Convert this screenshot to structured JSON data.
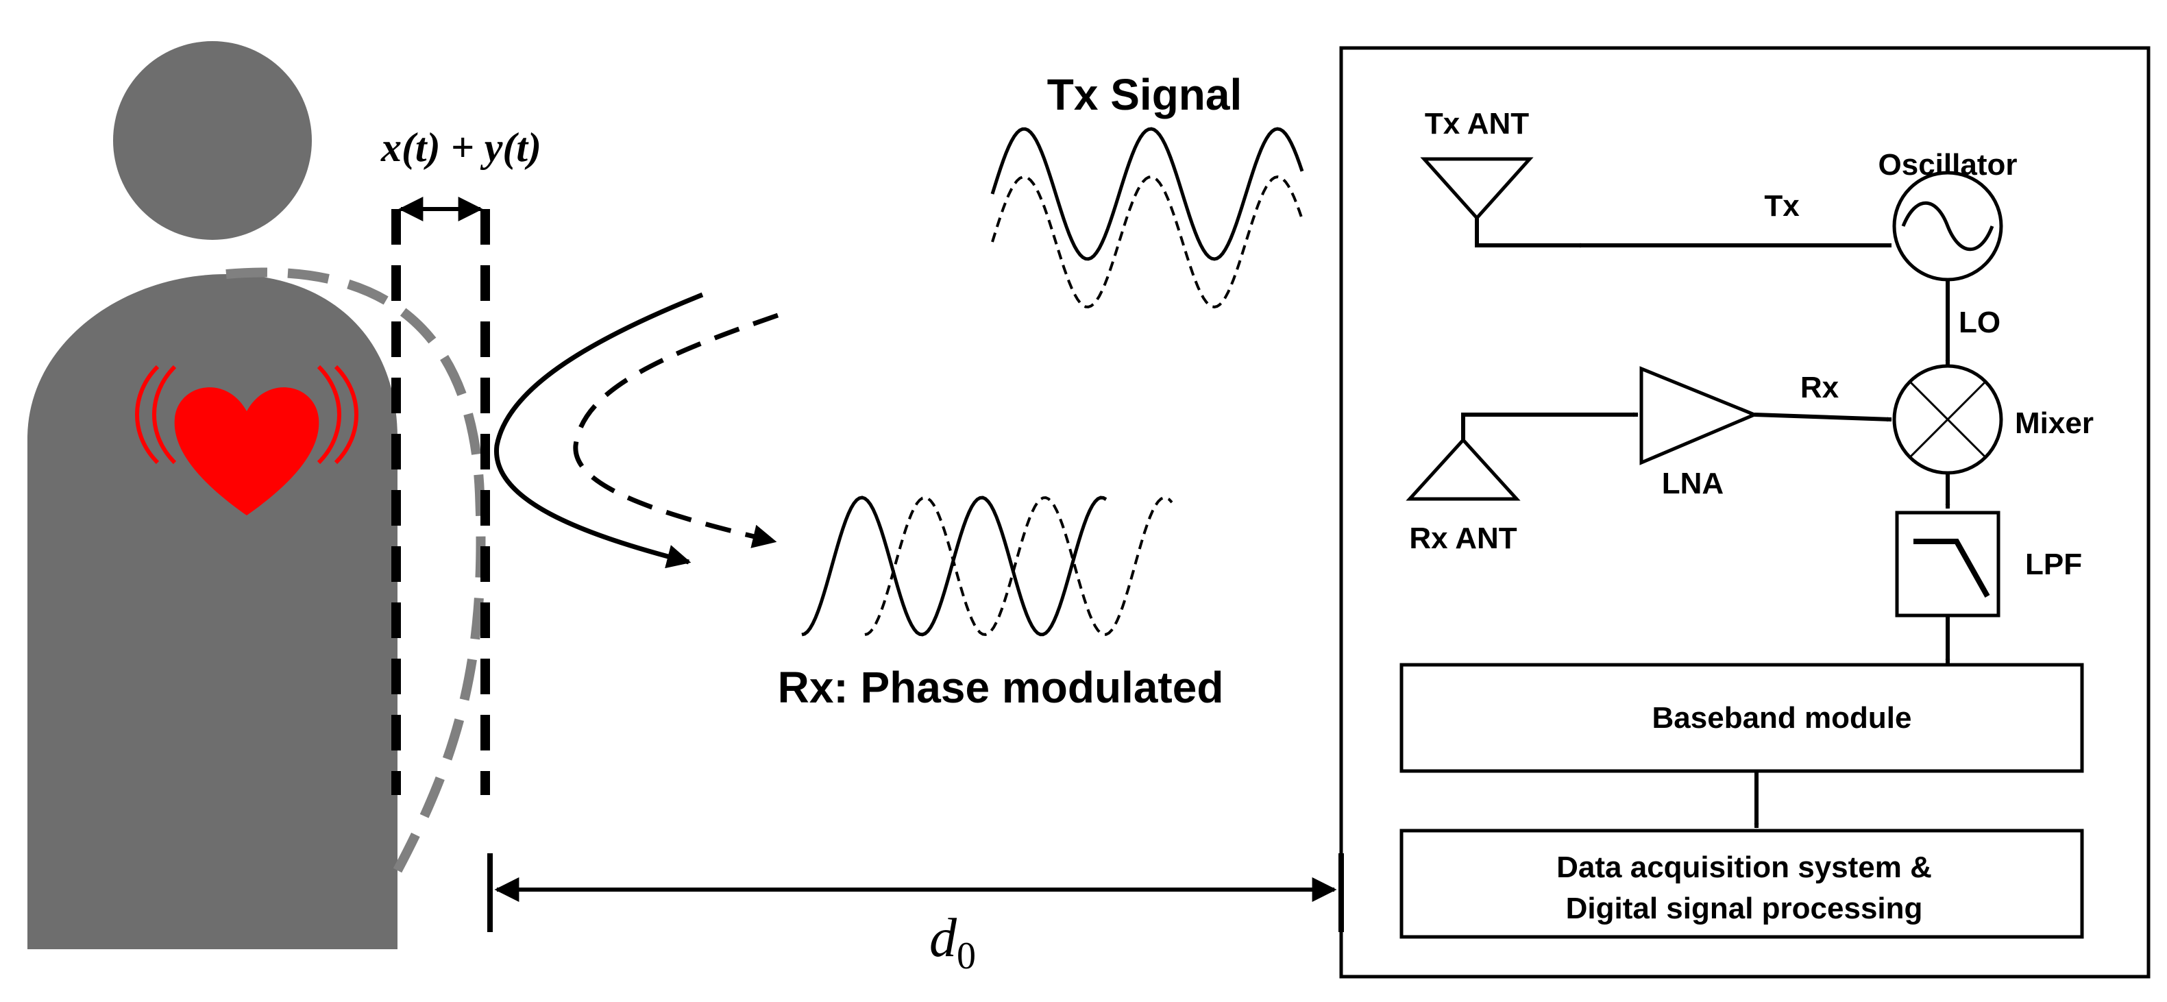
{
  "colors": {
    "body": "#6e6e6e",
    "heart": "#ff0000",
    "chest_wall_dashed": "#808080",
    "line": "#000000"
  },
  "labels": {
    "displacement": "x(t) + y(t)",
    "distance_symbol": "d",
    "distance_subscript": "0",
    "tx_signal": "Tx Signal",
    "rx_signal": "Rx: Phase modulated"
  },
  "radar": {
    "tx_ant": "Tx ANT",
    "rx_ant": "Rx ANT",
    "oscillator": "Oscillator",
    "tx_path": "Tx",
    "lo": "LO",
    "rx_path": "Rx",
    "lna": "LNA",
    "mixer": "Mixer",
    "lpf": "LPF",
    "baseband": "Baseband module",
    "daq_line1": "Data acquisition system &",
    "daq_line2": "Digital signal processing"
  },
  "icons": [
    "person-silhouette",
    "heart-icon",
    "heartbeat-waves-icon",
    "antenna-icon",
    "oscillator-icon",
    "amplifier-icon",
    "mixer-icon",
    "lowpass-filter-icon"
  ]
}
